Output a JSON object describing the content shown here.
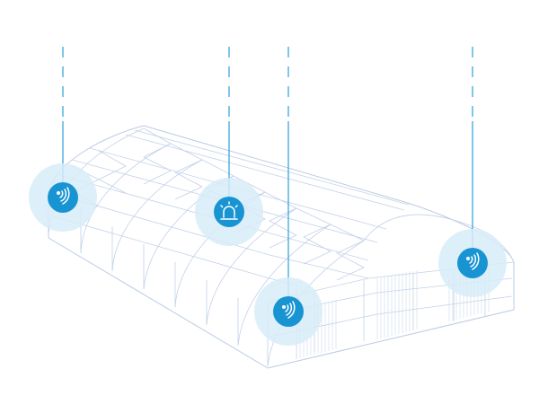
{
  "colors": {
    "wireframe": "#b9c9e3",
    "wireframe_light": "#d6e0ef",
    "accent": "#1994d3",
    "halo": "#d7ecf8",
    "line": "#2aa0dc"
  },
  "markers": [
    {
      "name": "sensor-marker-left",
      "icon": "wireless-signal-icon"
    },
    {
      "name": "alarm-marker",
      "icon": "siren-alarm-icon"
    },
    {
      "name": "sensor-marker-front",
      "icon": "wireless-signal-icon"
    },
    {
      "name": "sensor-marker-right",
      "icon": "wireless-signal-icon"
    }
  ]
}
